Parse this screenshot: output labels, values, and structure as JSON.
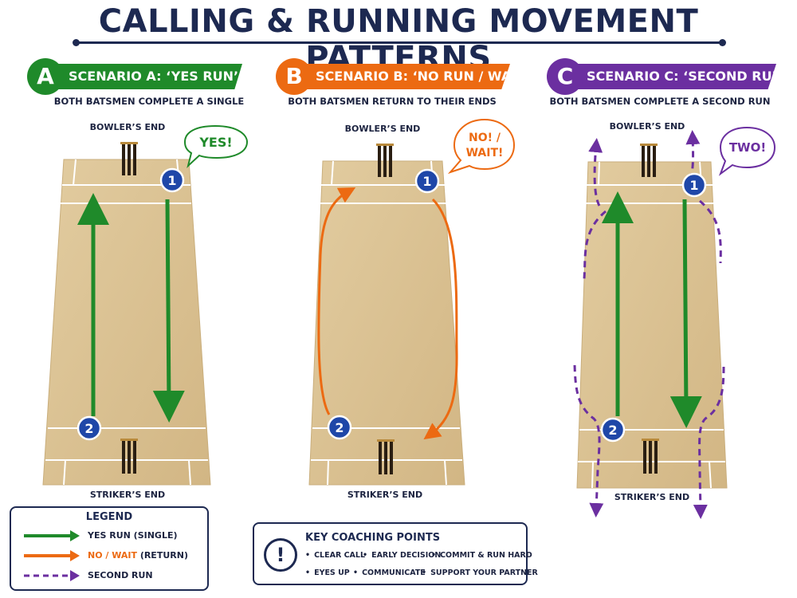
{
  "title": "CALLING & RUNNING MOVEMENT PATTERNS",
  "colors": {
    "navy": "#1d2951",
    "green": "#1f8a2a",
    "orange": "#ec6a12",
    "purple": "#6b2fa0",
    "pitch": "#dcc497",
    "player": "#1f47a8"
  },
  "scenarios": [
    {
      "badge": "A",
      "banner": "SCENARIO A: ‘YES RUN’",
      "subtitle": "BOTH BATSMEN COMPLETE A SINGLE",
      "bowler_end": "BOWLER’S END",
      "striker_end": "STRIKER’S END",
      "call": "YES!",
      "player_top": "1",
      "player_bottom": "2"
    },
    {
      "badge": "B",
      "banner": "SCENARIO B: ‘NO RUN / WAIT’",
      "subtitle": "BOTH BATSMEN RETURN TO THEIR ENDS",
      "bowler_end": "BOWLER’S END",
      "striker_end": "STRIKER’S END",
      "call_line1": "NO! /",
      "call_line2": "WAIT!",
      "player_top": "1",
      "player_bottom": "2"
    },
    {
      "badge": "C",
      "banner": "SCENARIO C: ‘SECOND RUN’",
      "subtitle": "BOTH BATSMEN COMPLETE A SECOND RUN",
      "bowler_end": "BOWLER’S END",
      "striker_end": "STRIKER’S END",
      "call": "TWO!",
      "player_top": "1",
      "player_bottom": "2"
    }
  ],
  "legend": {
    "title": "LEGEND",
    "items": [
      {
        "label": "YES RUN (SINGLE)",
        "style": "green-solid"
      },
      {
        "label_colored": "NO / WAIT",
        "label_rest": " (RETURN)",
        "style": "orange-solid"
      },
      {
        "label": "SECOND RUN",
        "style": "purple-dashed"
      }
    ]
  },
  "coaching": {
    "title": "KEY COACHING POINTS",
    "icon": "exclamation-icon",
    "points": [
      "CLEAR CALL",
      "EARLY DECISION",
      "COMMIT & RUN HARD",
      "EYES UP",
      "COMMUNICATE",
      "SUPPORT YOUR PARTNER"
    ]
  }
}
